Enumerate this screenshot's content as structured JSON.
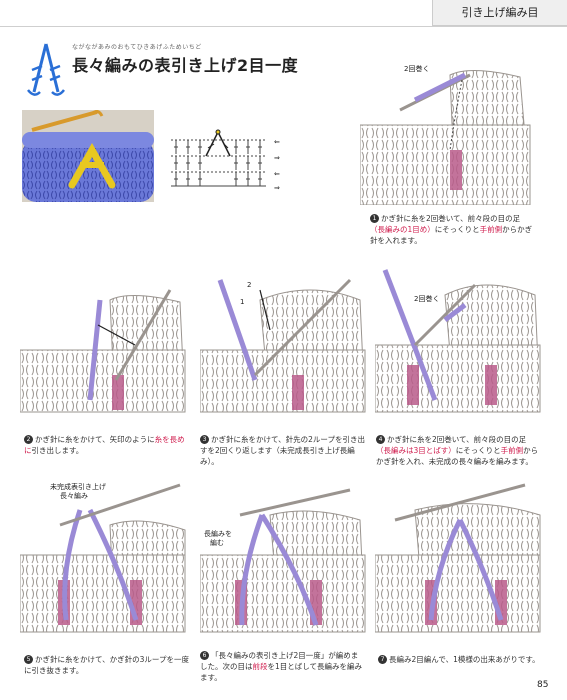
{
  "header": {
    "section": "引き上げ編み目"
  },
  "title": {
    "ruby": "ながながあみのおもてひきあげふためいちど",
    "text": "長々編みの表引き上げ2目一度"
  },
  "steps": [
    {
      "num": "1",
      "parts": [
        "かぎ針に糸を2回巻いて、前々段の目の足",
        "（長編みの1目め）",
        "にそっくりと",
        "手前側",
        "からかぎ針を入れます。"
      ]
    },
    {
      "num": "2",
      "parts": [
        "かぎ針に糸をかけて、矢印のように",
        "糸を長めに",
        "引き出します。"
      ]
    },
    {
      "num": "3",
      "parts": [
        "かぎ針に糸をかけて、針先の2ループを引き出す",
        "を2回くり返します（未完成長引き上げ長編み）。"
      ]
    },
    {
      "num": "4",
      "parts": [
        "かぎ針に糸を2回巻いて、前々段の目の足",
        "（長編みは3目とばす）",
        "にそっくりと",
        "手前側",
        "からかぎ針を入れ、未完成の長々編みを編みます。"
      ]
    },
    {
      "num": "5",
      "parts": [
        "かぎ針に糸をかけて、かぎ針の3ループを一度に引き抜きます。"
      ]
    },
    {
      "num": "6",
      "parts": [
        "「長々編みの表引き上げ2目一度」が編めました。次の目は",
        "前段",
        "を1目とばして長編みを編みます。"
      ]
    },
    {
      "num": "7",
      "parts": [
        "長編み2目編んで、1模様の出来あがりです。"
      ]
    }
  ],
  "labels": {
    "twice_wrap": "2回巻く",
    "loop_2": "2",
    "loop_1": "1",
    "unfinished_a": "未完成表引き上げ",
    "unfinished_b": "長々編み",
    "make_dc_a": "長編みを",
    "make_dc_b": "編む"
  },
  "colors": {
    "yarn": "#9a8ad6",
    "accent": "#b85a8a",
    "fabric": "#b9b3ae",
    "red_text": "#d02050"
  },
  "page_number": "85"
}
